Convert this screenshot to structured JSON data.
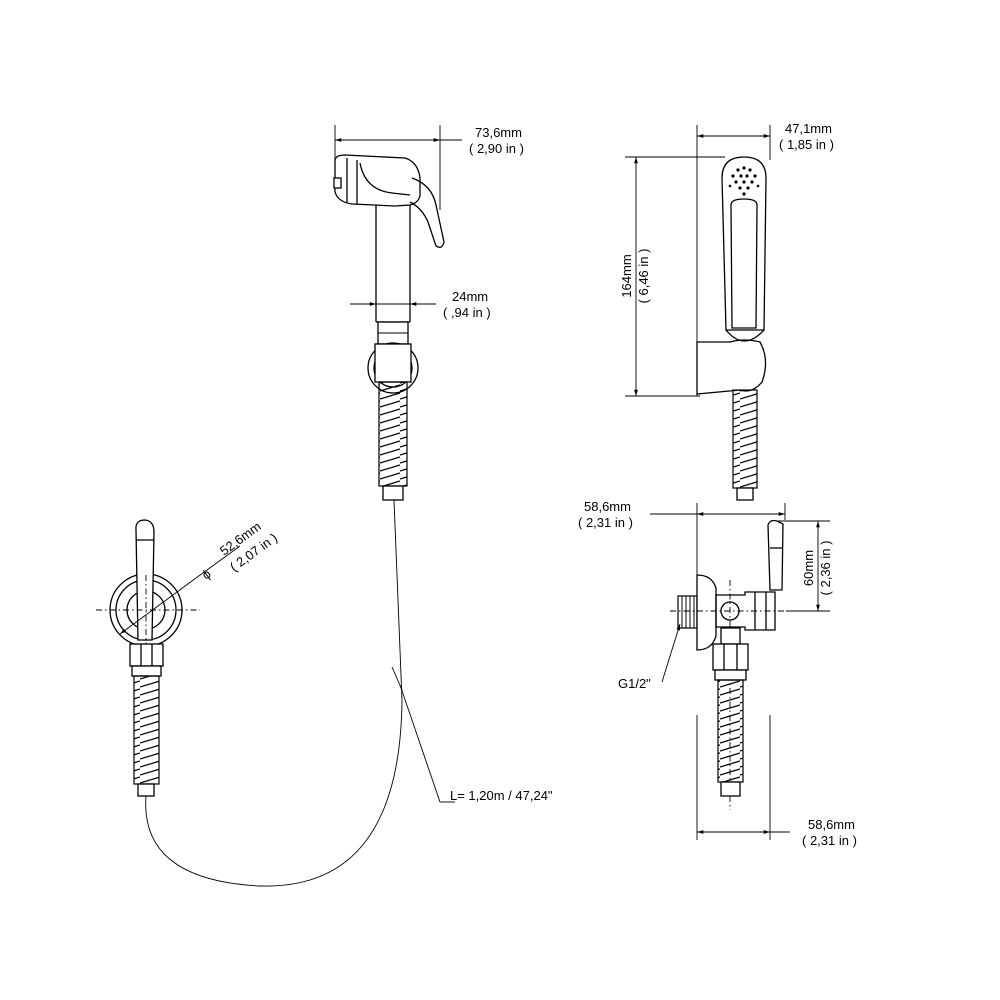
{
  "labels": {
    "head_width": {
      "mm": "73,6mm",
      "in": "( 2,90 in )"
    },
    "neck_width": {
      "mm": "24mm",
      "in": "( ,94 in )"
    },
    "head_front_width": {
      "mm": "47,1mm",
      "in": "( 1,85 in )"
    },
    "height": {
      "mm": "164mm",
      "in": "( 6,46 in )"
    },
    "diameter": {
      "symbol": "ϕ",
      "mm": "52,6mm",
      "in": "( 2,07 in )"
    },
    "valve_depth": {
      "mm": "58,6mm",
      "in": "( 2,31 in )"
    },
    "valve_height": {
      "mm": "60mm",
      "in": "( 2,36 in )"
    },
    "thread": "G1/2\"",
    "hose_length": "L= 1,20m / 47,24\"",
    "bottom_width": {
      "mm": "58,6mm",
      "in": "( 2,31 in )"
    }
  }
}
